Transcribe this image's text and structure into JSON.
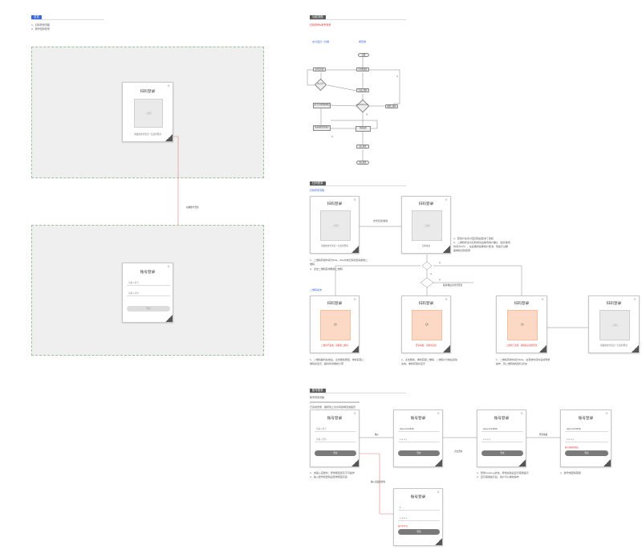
{
  "sections": {
    "overview_tag": "总览",
    "overview_items": [
      "1、扫码登录流程",
      "2、账号密码登录"
    ],
    "flow_tag": "功能流程",
    "flow_note": "扫码登录&账号登录",
    "qr_tag": "扫码登录",
    "acct_tag": "账号登录"
  },
  "overview": {
    "link_label": "切换账号登录",
    "qr_card": {
      "title": "扫码登录",
      "qr": "二维码",
      "hint": "请使用支付宝扫一扫扫码登录"
    },
    "acct_card": {
      "title": "账号登录",
      "account_placeholder": "请输入账号",
      "password_placeholder": "请输入密码",
      "submit": "登录"
    }
  },
  "flowchart": {
    "lanes": [
      "支付宝扫一扫端",
      "网页端"
    ],
    "nodes": {
      "start": "开始",
      "open_page": "打开登录页",
      "scan": "支付宝扫码",
      "confirm": "确认登录？",
      "gen_qr": "生成二维码",
      "check": "是否扫码成功/过期？",
      "refresh": "刷新二维码",
      "auth": "支付宝扫码授权确认",
      "verify": "登录校验是否通过",
      "login_ok": "登录成功",
      "home": "进入首页"
    },
    "yes": "是",
    "no": "否"
  },
  "qr_section": {
    "subtitle": "扫码登录流程",
    "expired_label": "二维码失效",
    "card_title": "扫码登录",
    "qr_placeholder": "二维码",
    "hint_default": "请使用支付宝扫一扫扫码登录",
    "hint_scanned": "扫码成功",
    "hint_expired": "二维码已失效，请刷新二维码",
    "hint_expired2": "登录失败，请重新扫码",
    "hint_cancel": "二维码已过期，请刷新后重新登录",
    "arrow1": "支付宝扫码成功",
    "arrow2": "取消/确认支付宝登录",
    "yes": "是",
    "no": "否",
    "note1": [
      "1、二维码有效时间为60s，60s内未扫码则自动刷新二",
      "维码",
      "2、点击二维码区域刷新二维码"
    ],
    "note2": [
      "1、若用户在支付宝扫码后取消了授权",
      "2、二维码状态为扫码成功后等待用户确认（最长等待",
      "时间为5分），在此期间如果用户取消，则提示过期",
      "需重新扫码登录"
    ],
    "note3": [
      "1、二维码超时失效后，点击刷新按钮，重新获取二",
      "维码并显示，超时时间重新计算"
    ],
    "note4": [
      "1、点击刷新，重新获取二维码，二维码2分钟后自动",
      "失效，重新获取并显示"
    ],
    "note5": [
      "1、二维码有效时间为60s，在有效时间内完成登录",
      "操作，则二维码恢复默认状态"
    ]
  },
  "acct_section": {
    "subtitle1": "账号登录流程",
    "subtitle2": "已完成登录，跳转到上次访问的网页或首页",
    "card_title": "账号登录",
    "account_placeholder": "请输入账号",
    "password_placeholder": "请输入密码",
    "filled_account": "aliyun123456",
    "submit": "登录",
    "arrow1": "输入",
    "arrow2": "点击登录",
    "arrow3": "登录失败",
    "arrow4": "输入错误的密码",
    "error_msg": "账号或密码错误",
    "error_msg2": "账号不存在",
    "note1": [
      "1、未输入完整时，登录按钮置灰不可操作",
      "2、输入账号和密码后登录按钮高亮"
    ],
    "note2": [
      "1、登录Loading状态，登录失败后显示错误提示",
      "2、显示错误提示后，用户可以重新操作"
    ],
    "note3": [
      "1、账号或密码错误"
    ]
  },
  "colors": {
    "accent": "#3a68d8",
    "error": "#d33333",
    "expired": "#fcd9c5",
    "link": "#e08080"
  }
}
